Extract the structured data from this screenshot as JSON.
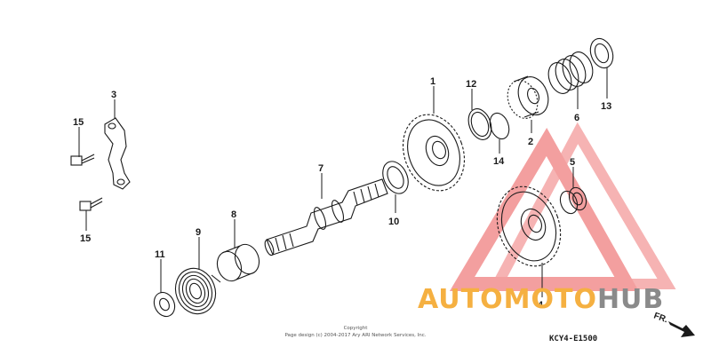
{
  "callouts": {
    "c1": "1",
    "c2": "2",
    "c3": "3",
    "c4": "4",
    "c5": "5",
    "c6": "6",
    "c7": "7",
    "c8": "8",
    "c9": "9",
    "c10": "10",
    "c11": "11",
    "c12": "12",
    "c13": "13",
    "c14": "14",
    "c15a": "15",
    "c15b": "15"
  },
  "watermark": {
    "part1": "AUTOMOTO",
    "part2": "HUB",
    "color_orange": "#f5b041",
    "color_gray": "#8a8a8a",
    "color_red": "#f08080"
  },
  "footer": {
    "copyright_line1": "Copyright",
    "copyright_line2": "Page design (c) 2004-2017 Ary ARI Network Services, Inc.",
    "ref_code": "KCY4-E1500",
    "direction_label": "FR."
  },
  "icons": {
    "direction_arrow": "arrow-down-right-icon",
    "watermark_logo": "triangle-logo-icon"
  }
}
